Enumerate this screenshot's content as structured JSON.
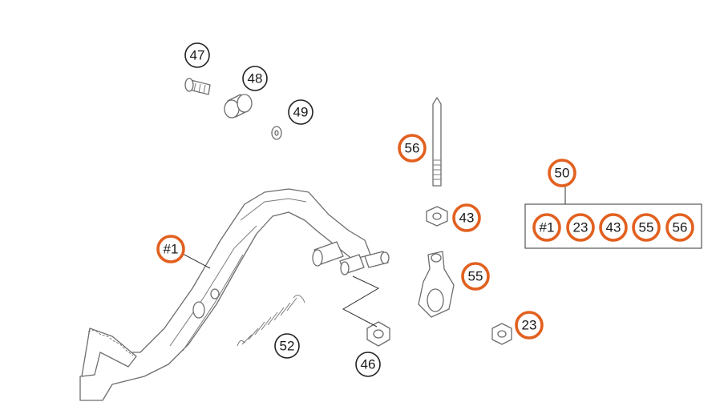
{
  "colors": {
    "highlight": "#e2601f",
    "outline": "#222222"
  },
  "callouts": {
    "c47": "47",
    "c48": "48",
    "c49": "49",
    "c56": "56",
    "c50": "50",
    "c43": "43",
    "c1": "#1",
    "c55": "55",
    "c52": "52",
    "c46": "46",
    "c23": "23"
  },
  "kit": {
    "items": [
      "#1",
      "23",
      "43",
      "55",
      "56"
    ]
  }
}
